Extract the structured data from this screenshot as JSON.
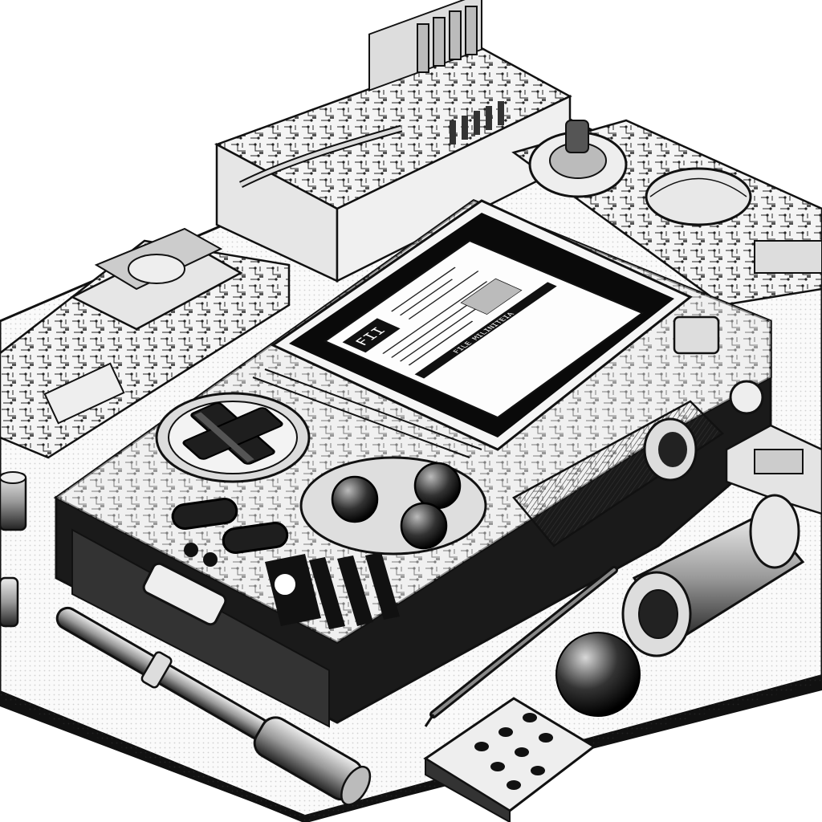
{
  "artwork": {
    "style": "black-and-white ink illustration",
    "subject": "handheld game console",
    "palette": {
      "ink": "#111111",
      "paper": "#ffffff",
      "shade": "#cfcfcf",
      "mid": "#9a9a9a",
      "dark": "#2a2a2a"
    }
  },
  "console_screen": {
    "header_text": "FII",
    "status_text": "FILE MILINITEIA"
  },
  "icons": {
    "dpad": "dpad-icon",
    "face_buttons": "face-button-icon",
    "select_start": "pill-button-icon"
  }
}
